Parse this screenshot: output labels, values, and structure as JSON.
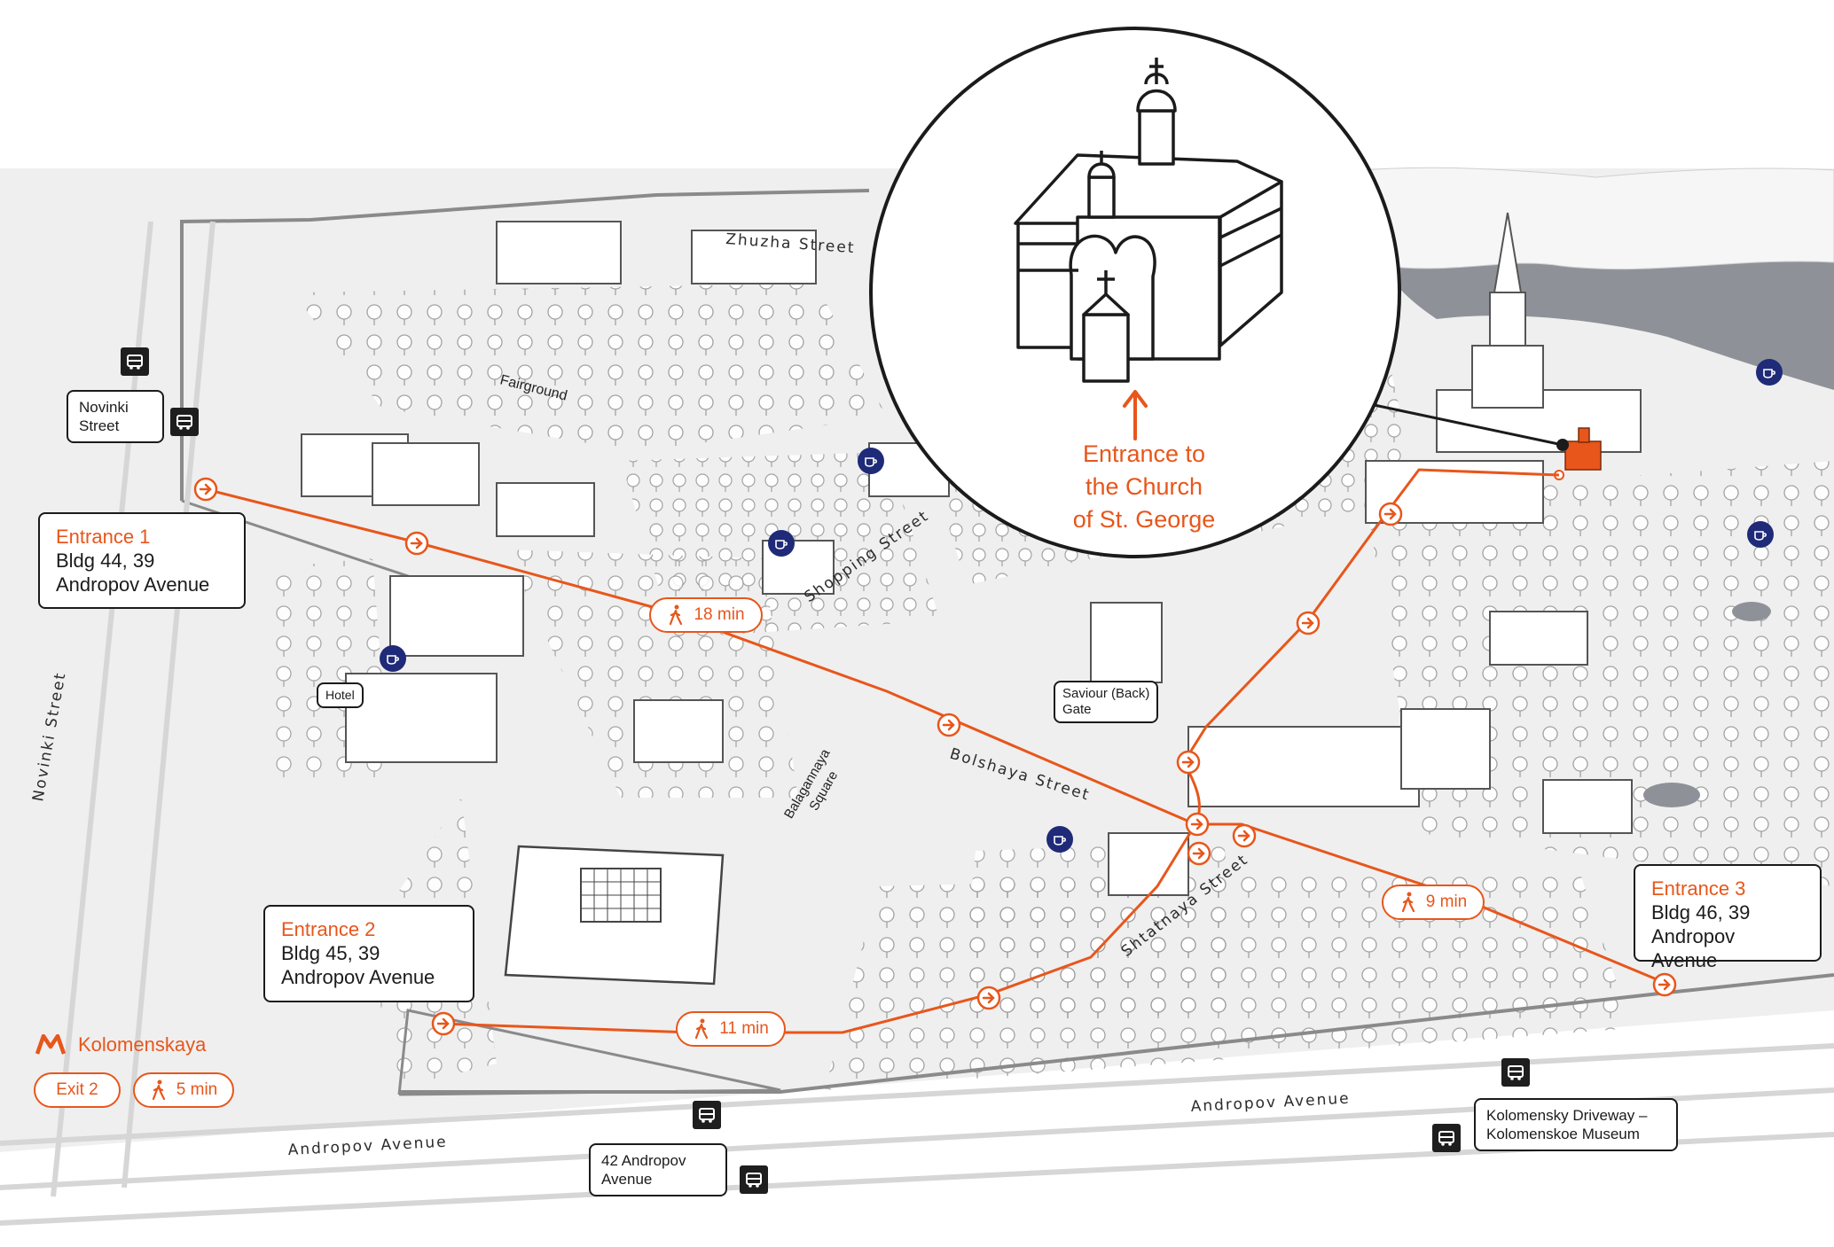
{
  "colors": {
    "route": "#e8561b",
    "ink": "#1b1b1b",
    "ground": "#eeeeee",
    "tree": "#cfcfcf",
    "water": "#8e9298",
    "cafe": "#1f2a78"
  },
  "streets": {
    "zhuzha": "Zhuzha Street",
    "shopping": "Shopping Street",
    "bolshaya": "Bolshaya Street",
    "shtatnaya": "Shtatnaya Street",
    "novinki": "Novinki Street",
    "andropov_left": "Andropov Avenue",
    "andropov_right": "Andropov Avenue"
  },
  "places": {
    "fairground": "Fairground",
    "balagannaya_line1": "Balagannaya",
    "balagannaya_line2": "Square",
    "hotel": "Hotel",
    "saviour_gate_line1": "Saviour (Back)",
    "saviour_gate_line2": "Gate"
  },
  "entrances": {
    "e1": {
      "title": "Entrance 1",
      "line1": "Bldg 44, 39",
      "line2": "Andropov Avenue"
    },
    "e2": {
      "title": "Entrance 2",
      "line1": "Bldg 45, 39",
      "line2": "Andropov Avenue"
    },
    "e3": {
      "title": "Entrance 3",
      "line1": "Bldg 46, 39",
      "line2": "Andropov Avenue"
    }
  },
  "walk_times": {
    "e1": "18 min",
    "e2": "11 min",
    "e3": "9 min"
  },
  "metro": {
    "station": "Kolomenskaya",
    "exit": "Exit 2",
    "walk": "5 min"
  },
  "stops": {
    "novinki": {
      "line1": "Novinki",
      "line2": "Street"
    },
    "andropov42": {
      "line1": "42 Andropov",
      "line2": "Avenue"
    },
    "kolomensky": {
      "line1": "Kolomensky Driveway –",
      "line2": "Kolomenskoe Museum"
    }
  },
  "destination": {
    "line1": "Entrance to",
    "line2": "the Church",
    "line3": "of St. George"
  },
  "icons": {
    "bus": "bus-stop-icon",
    "cafe": "cafe-icon",
    "walk": "walking-person-icon",
    "metro": "metro-logo-icon",
    "arrow": "route-arrow-icon"
  }
}
